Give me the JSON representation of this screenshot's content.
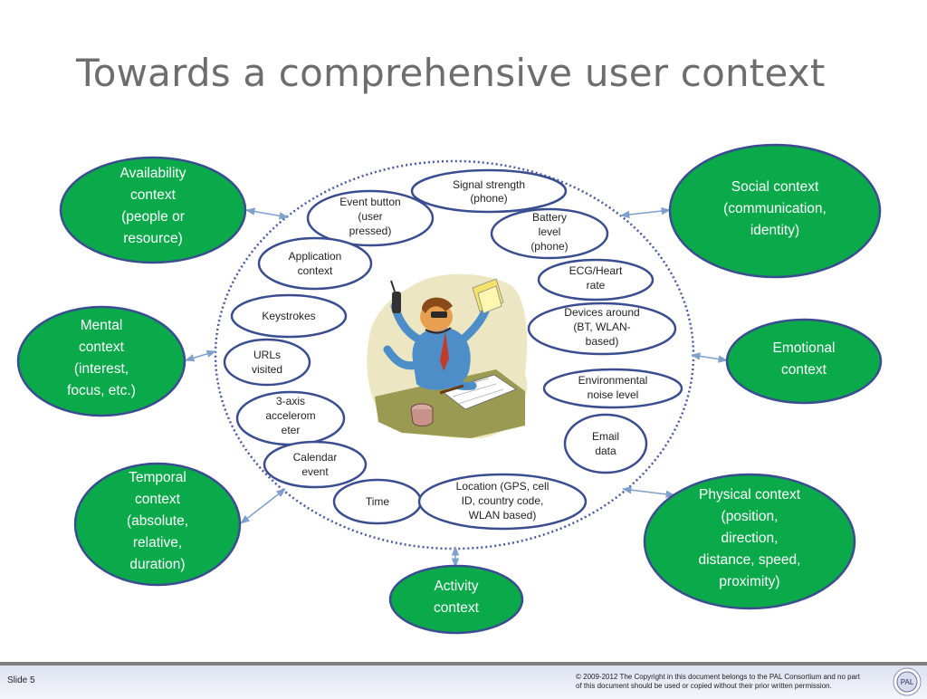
{
  "title": "Towards a comprehensive user context",
  "context_nodes": [
    {
      "id": "availability",
      "lines": [
        "Availability",
        "context",
        "(people or",
        "resource)"
      ]
    },
    {
      "id": "social",
      "lines": [
        "Social context",
        "(communication,",
        "identity)"
      ]
    },
    {
      "id": "mental",
      "lines": [
        "Mental",
        "context",
        "(interest,",
        "focus, etc.)"
      ]
    },
    {
      "id": "emotional",
      "lines": [
        "Emotional",
        "context"
      ]
    },
    {
      "id": "temporal",
      "lines": [
        "Temporal",
        "context",
        "(absolute,",
        "relative,",
        "duration)"
      ]
    },
    {
      "id": "physical",
      "lines": [
        "Physical context",
        "(position,",
        "direction,",
        "distance, speed,",
        "proximity)"
      ]
    },
    {
      "id": "activity",
      "lines": [
        "Activity",
        "context"
      ]
    }
  ],
  "sensor_nodes": [
    {
      "id": "signal",
      "lines": [
        "Signal strength",
        "(phone)"
      ]
    },
    {
      "id": "event-button",
      "lines": [
        "Event button",
        "(user",
        "pressed)"
      ]
    },
    {
      "id": "battery",
      "lines": [
        "Battery",
        "level",
        "(phone)"
      ]
    },
    {
      "id": "application",
      "lines": [
        "Application",
        "context"
      ]
    },
    {
      "id": "ecg",
      "lines": [
        "ECG/Heart",
        "rate"
      ]
    },
    {
      "id": "keystrokes",
      "lines": [
        "Keystrokes"
      ]
    },
    {
      "id": "devices",
      "lines": [
        "Devices around",
        "(BT, WLAN-",
        "based)"
      ]
    },
    {
      "id": "urls",
      "lines": [
        "URLs",
        "visited"
      ]
    },
    {
      "id": "noise",
      "lines": [
        "Environmental",
        "noise level"
      ]
    },
    {
      "id": "accelerometer",
      "lines": [
        "3-axis",
        "accelerom",
        "eter"
      ]
    },
    {
      "id": "email",
      "lines": [
        "Email",
        "data"
      ]
    },
    {
      "id": "calendar",
      "lines": [
        "Calendar",
        "event"
      ]
    },
    {
      "id": "time",
      "lines": [
        "Time"
      ]
    },
    {
      "id": "location",
      "lines": [
        "Location (GPS, cell",
        "ID, country code,",
        "WLAN based)"
      ]
    }
  ],
  "colors": {
    "green": "#0aaa4b",
    "outline": "#3a4d8f",
    "arrow": "#7f9fcc"
  },
  "footer": {
    "slide": "Slide 5",
    "copyright_line1": "© 2009-2012 The Copyright in this document belongs to the PAL Consortium and no part",
    "copyright_line2": "of this document should be used or copied without their prior written permission."
  },
  "logo": {
    "text": "PAL"
  }
}
